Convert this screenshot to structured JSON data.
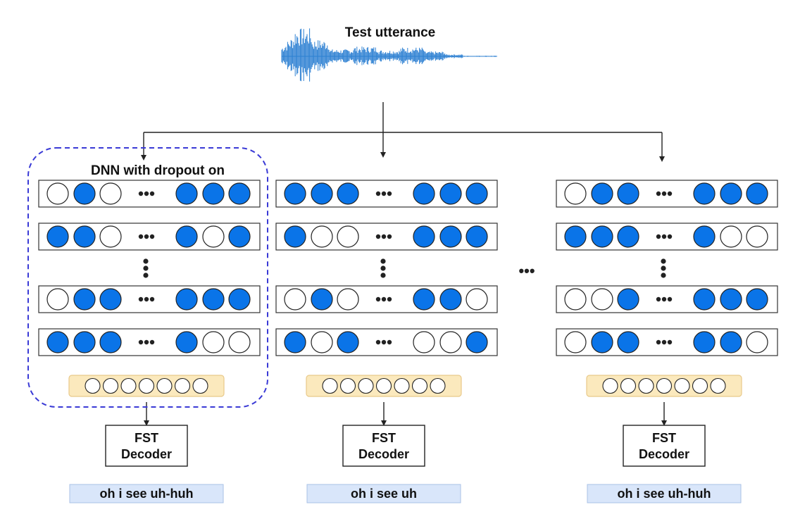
{
  "title": "Test utterance",
  "dropout_label": "DNN with dropout on",
  "decoder_label_line1": "FST",
  "decoder_label_line2": "Decoder",
  "ellipsis": "•••",
  "colors": {
    "neuron_on": "#0a74e8",
    "neuron_off": "#ffffff",
    "output_box_fill": "#fbe9bd",
    "output_box_stroke": "#e8c98a",
    "result_fill": "#d9e6fa",
    "result_stroke": "#a9c1e6",
    "dropout_border": "#3a3ad6",
    "waveform": "#2b7fd2"
  },
  "networks": [
    {
      "layers": [
        [
          0,
          1,
          0,
          1,
          1,
          1
        ],
        [
          1,
          1,
          0,
          1,
          0,
          1
        ],
        [
          0,
          1,
          1,
          1,
          1,
          1
        ],
        [
          1,
          1,
          1,
          1,
          0,
          0
        ]
      ],
      "output_count": 7,
      "transcript": "oh i see uh-huh"
    },
    {
      "layers": [
        [
          1,
          1,
          1,
          1,
          1,
          1
        ],
        [
          1,
          0,
          0,
          1,
          1,
          1
        ],
        [
          0,
          1,
          0,
          1,
          1,
          0
        ],
        [
          1,
          0,
          1,
          0,
          0,
          1
        ]
      ],
      "output_count": 7,
      "transcript": "oh i see uh"
    },
    {
      "layers": [
        [
          0,
          1,
          1,
          1,
          1,
          1
        ],
        [
          1,
          1,
          1,
          1,
          0,
          0
        ],
        [
          0,
          0,
          1,
          1,
          1,
          1
        ],
        [
          0,
          1,
          1,
          1,
          1,
          0
        ]
      ],
      "output_count": 7,
      "transcript": "oh i see uh-huh"
    }
  ]
}
